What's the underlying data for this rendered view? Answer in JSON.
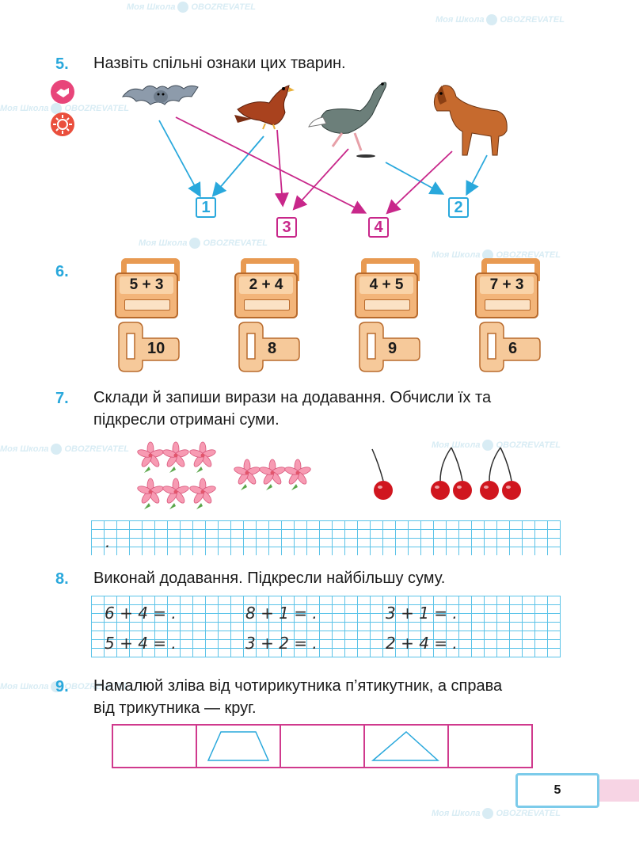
{
  "watermark": {
    "brand1": "Моя Школа",
    "brand2": "OBOZREVATEL"
  },
  "tasks": {
    "t5": {
      "number": "5.",
      "text": "Назвіть спільні ознаки цих тварин.",
      "boxes": [
        "1",
        "3",
        "4",
        "2"
      ]
    },
    "t6": {
      "number": "6.",
      "locks": [
        "5 + 3",
        "2 + 4",
        "4 + 5",
        "7 + 3"
      ],
      "keys": [
        "10",
        "8",
        "9",
        "6"
      ]
    },
    "t7": {
      "number": "7.",
      "text_line1": "Склади й запиши вирази на додавання. Обчисли їх та",
      "text_line2": "підкресли отримані суми."
    },
    "t8": {
      "number": "8.",
      "text": "Виконай додавання. Підкресли найбільшу суму.",
      "expressions": [
        "6 + 4 = .",
        "8 + 1 = .",
        "3 + 1 = .",
        "5 + 4 = .",
        "3 + 2 = .",
        "2 + 4 = ."
      ]
    },
    "t9": {
      "number": "9.",
      "text_line1": "Намалюй зліва від чотирикутника п’ятикутник, а справа",
      "text_line2": "від трикутника — круг."
    }
  },
  "page_number": "5",
  "colors": {
    "accent": "#29a8dc",
    "pink": "#c8278a",
    "lock": "#f3b57a",
    "grid": "#5bc3e8"
  }
}
